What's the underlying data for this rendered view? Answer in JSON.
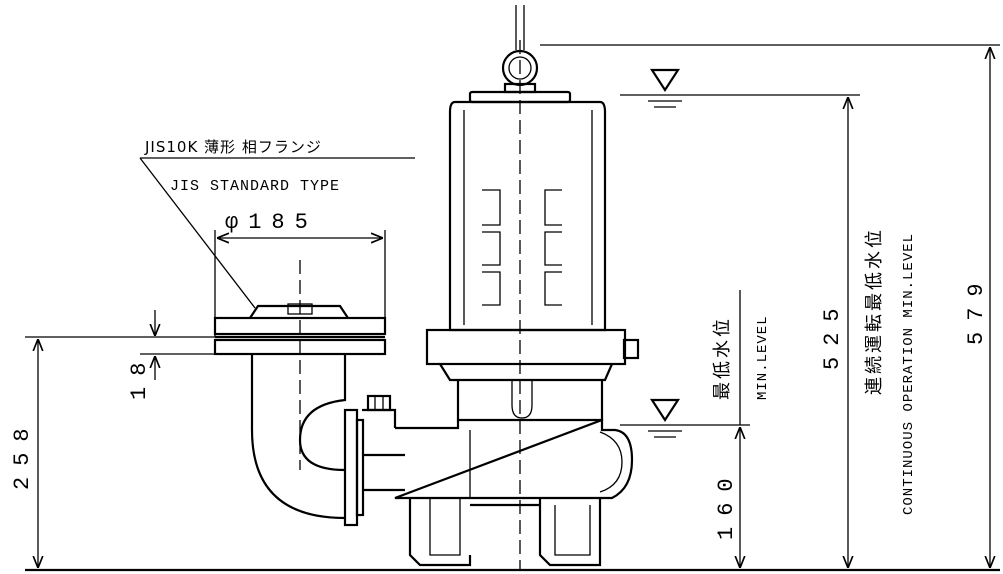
{
  "labels": {
    "flange_jp": "JIS10K 薄形 相フランジ",
    "flange_en": "JIS STANDARD TYPE",
    "flange_dia": "φ185",
    "min_level_jp": "最低水位",
    "min_level_en": "MIN.LEVEL",
    "cont_jp": "連続運転最低水位",
    "cont_en": "CONTINUOUS OPERATION MIN.LEVEL"
  },
  "dimensions": {
    "flange_thickness": "18",
    "outlet_height": "258",
    "min_level_height": "160",
    "cont_min_level_height": "525",
    "total_height": "579"
  }
}
